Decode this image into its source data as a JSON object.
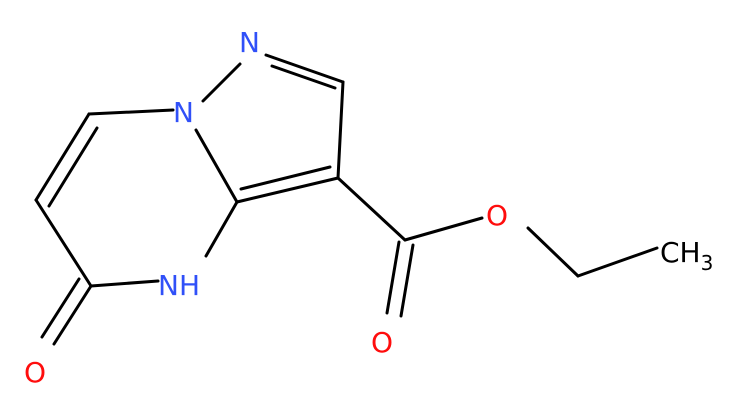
{
  "molecule": {
    "atoms": [
      {
        "id": "n_top",
        "label": "N",
        "element": "N"
      },
      {
        "id": "n_bridge",
        "label": "N",
        "element": "N"
      },
      {
        "id": "nh",
        "label": "NH",
        "element": "N"
      },
      {
        "id": "o_carbonyl_ring",
        "label": "O",
        "element": "O"
      },
      {
        "id": "o_ester_ether",
        "label": "O",
        "element": "O"
      },
      {
        "id": "o_ester_carbonyl",
        "label": "O",
        "element": "O"
      },
      {
        "id": "ch3",
        "label": "CH",
        "subscript": "3",
        "element": "C"
      }
    ],
    "colors": {
      "bond": "#000000",
      "nitrogen": "#3050f8",
      "oxygen": "#ff0d0d",
      "carbon": "#000000"
    }
  }
}
